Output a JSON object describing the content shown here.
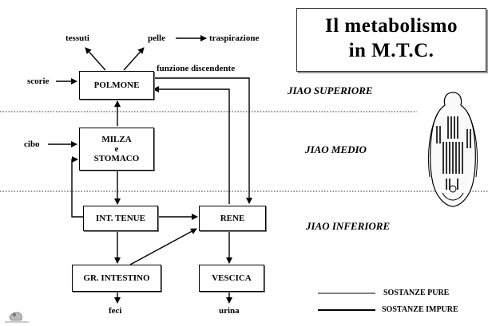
{
  "title": {
    "line1": "Il metabolismo",
    "line2": "in  M.T.C."
  },
  "zones": {
    "superior": "JIAO  SUPERIORE",
    "medio": "JIAO MEDIO",
    "inferior": "JIAO INFERIORE"
  },
  "boxes": {
    "polmone": "POLMONE",
    "milza_l1": "MILZA",
    "milza_l2": "e",
    "milza_l3": "STOMACO",
    "int_tenue": "INT. TENUE",
    "rene": "RENE",
    "gr_intestino": "GR. INTESTINO",
    "vescica": "VESCICA"
  },
  "labels": {
    "tessuti": "tessuti",
    "pelle": "pelle",
    "traspirazione": "traspirazione",
    "scorie": "scorie",
    "funzione_discendente": "funzione discendente",
    "cibo": "cibo",
    "feci": "feci",
    "urina": "urina"
  },
  "legend": {
    "pure": "SOSTANZE PURE",
    "impure": "SOSTANZE  IMPURE"
  },
  "colors": {
    "line": "#000000",
    "dotted": "#555555",
    "shadow": "#999999"
  }
}
